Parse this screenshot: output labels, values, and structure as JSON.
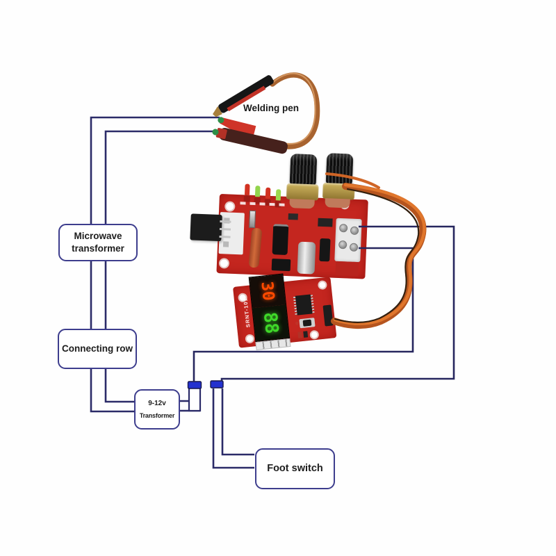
{
  "labels": {
    "welding_pen": "Welding pen"
  },
  "boxes": {
    "microwave_transformer": {
      "line1": "Microwave",
      "line2": "transformer"
    },
    "connecting_row": {
      "label": "Connecting row"
    },
    "transformer_9_12v": {
      "line1": "9-12v",
      "line2": "Transformer"
    },
    "foot_switch": {
      "label": "Foot switch"
    }
  },
  "display_board": {
    "red_display_value": "30",
    "green_display_value": "88",
    "silkscreen_text": "SRNT-101"
  },
  "colors": {
    "wire_navy": "#2b2b68",
    "box_border": "#3d3d8d",
    "connector_cap_blue": "#2431cf",
    "pcb_red": "#c4261f",
    "copper_wire": "#a8632f",
    "ribbon_orange": "#c9641f",
    "digit_red": "#ff4a00",
    "digit_green": "#3fd829",
    "led_red": "#d23222",
    "led_green": "#92d44c"
  }
}
